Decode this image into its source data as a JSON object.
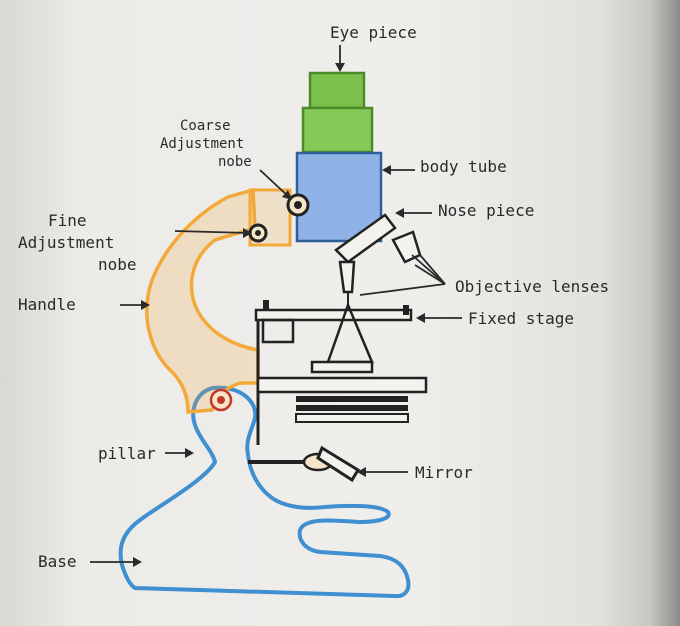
{
  "diagram": {
    "labels": {
      "eye_piece": "Eye piece",
      "coarse_line1": "Coarse",
      "coarse_line2": "Adjustment",
      "coarse_line3": "nobe",
      "body_tube": "body tube",
      "nose_piece": "Nose piece",
      "fine_line1": "Fine",
      "fine_line2": "Adjustment",
      "fine_line3": "nobe",
      "objective_lenses": "Objective lenses",
      "handle": "Handle",
      "fixed_stage": "Fixed stage",
      "pillar": "pillar",
      "mirror": "Mirror",
      "base": "Base"
    },
    "colors": {
      "eyepiece": "#7bc04a",
      "body_tube": "#8fb3e6",
      "handle": "#f2a93a",
      "base_outline": "#3f8fd1",
      "ink": "#2a2a2a"
    }
  }
}
